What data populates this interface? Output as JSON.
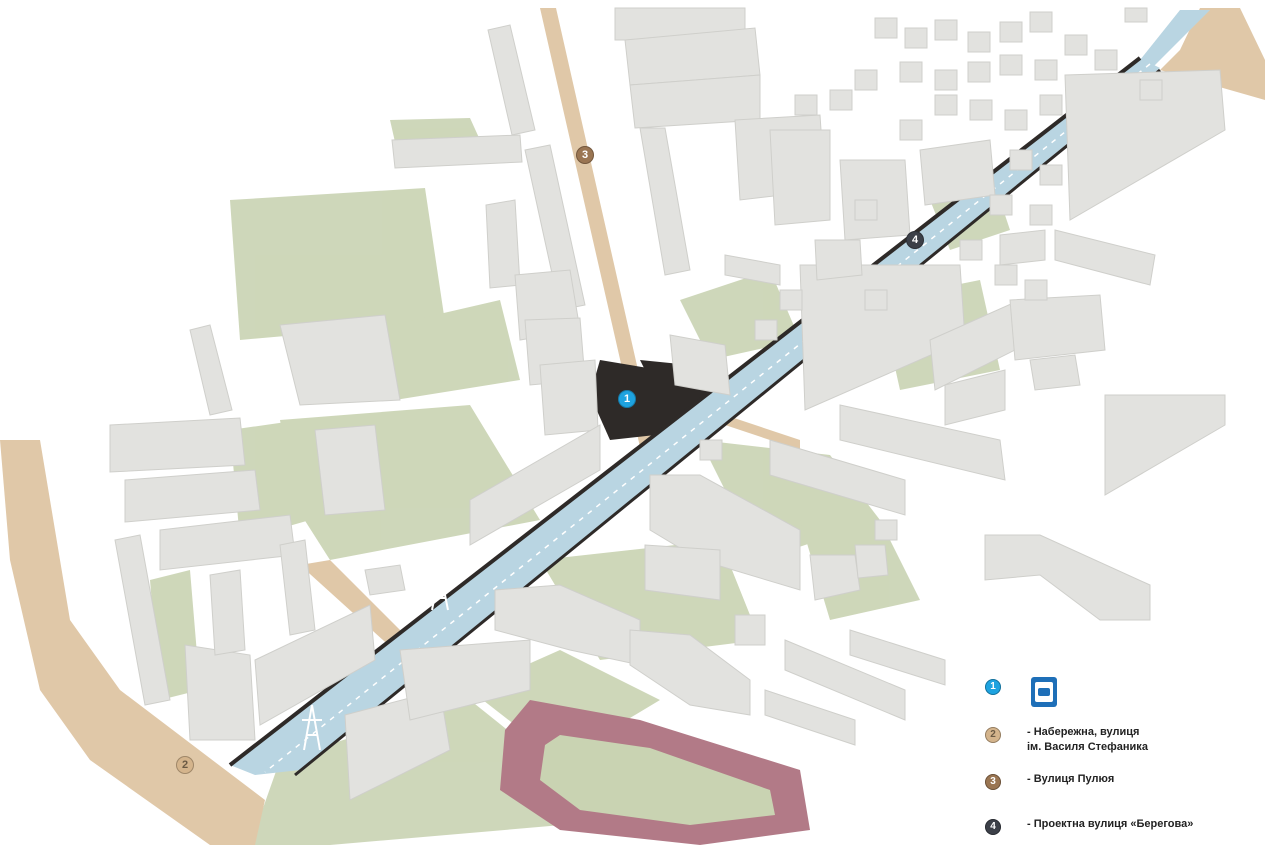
{
  "colors": {
    "background": "#ffffff",
    "green": "#c9d3b2",
    "building": "#e2e2df",
    "building_shade": "#cfcfcb",
    "road": "#e0c8a8",
    "road_dark": "#2e2a28",
    "river": "#b9d5e2",
    "stadium_track": "#b27a87",
    "marker_1": "#1ea3e0",
    "marker_2": "#d4b48c",
    "marker_3": "#9a7552",
    "marker_4": "#3c4048"
  },
  "markers": [
    {
      "id": "m1",
      "label": "1",
      "icon": "bus-stop-marker"
    },
    {
      "id": "m2",
      "label": "2",
      "icon": "embankment-marker"
    },
    {
      "id": "m3",
      "label": "3",
      "icon": "puliui-street-marker"
    },
    {
      "id": "m4",
      "label": "4",
      "icon": "berehova-street-marker"
    }
  ],
  "legend": {
    "item1": {
      "number": "1",
      "icon": "bus-stop-sign-icon"
    },
    "item2": {
      "number": "2",
      "line1": "- Набережна, вулиця",
      "line2": "ім. Василя Стефаника"
    },
    "item3": {
      "number": "3",
      "text": "- Вулиця Пулюя"
    },
    "item4": {
      "number": "4",
      "text": "- Проектна вулиця «Берегова»"
    }
  }
}
